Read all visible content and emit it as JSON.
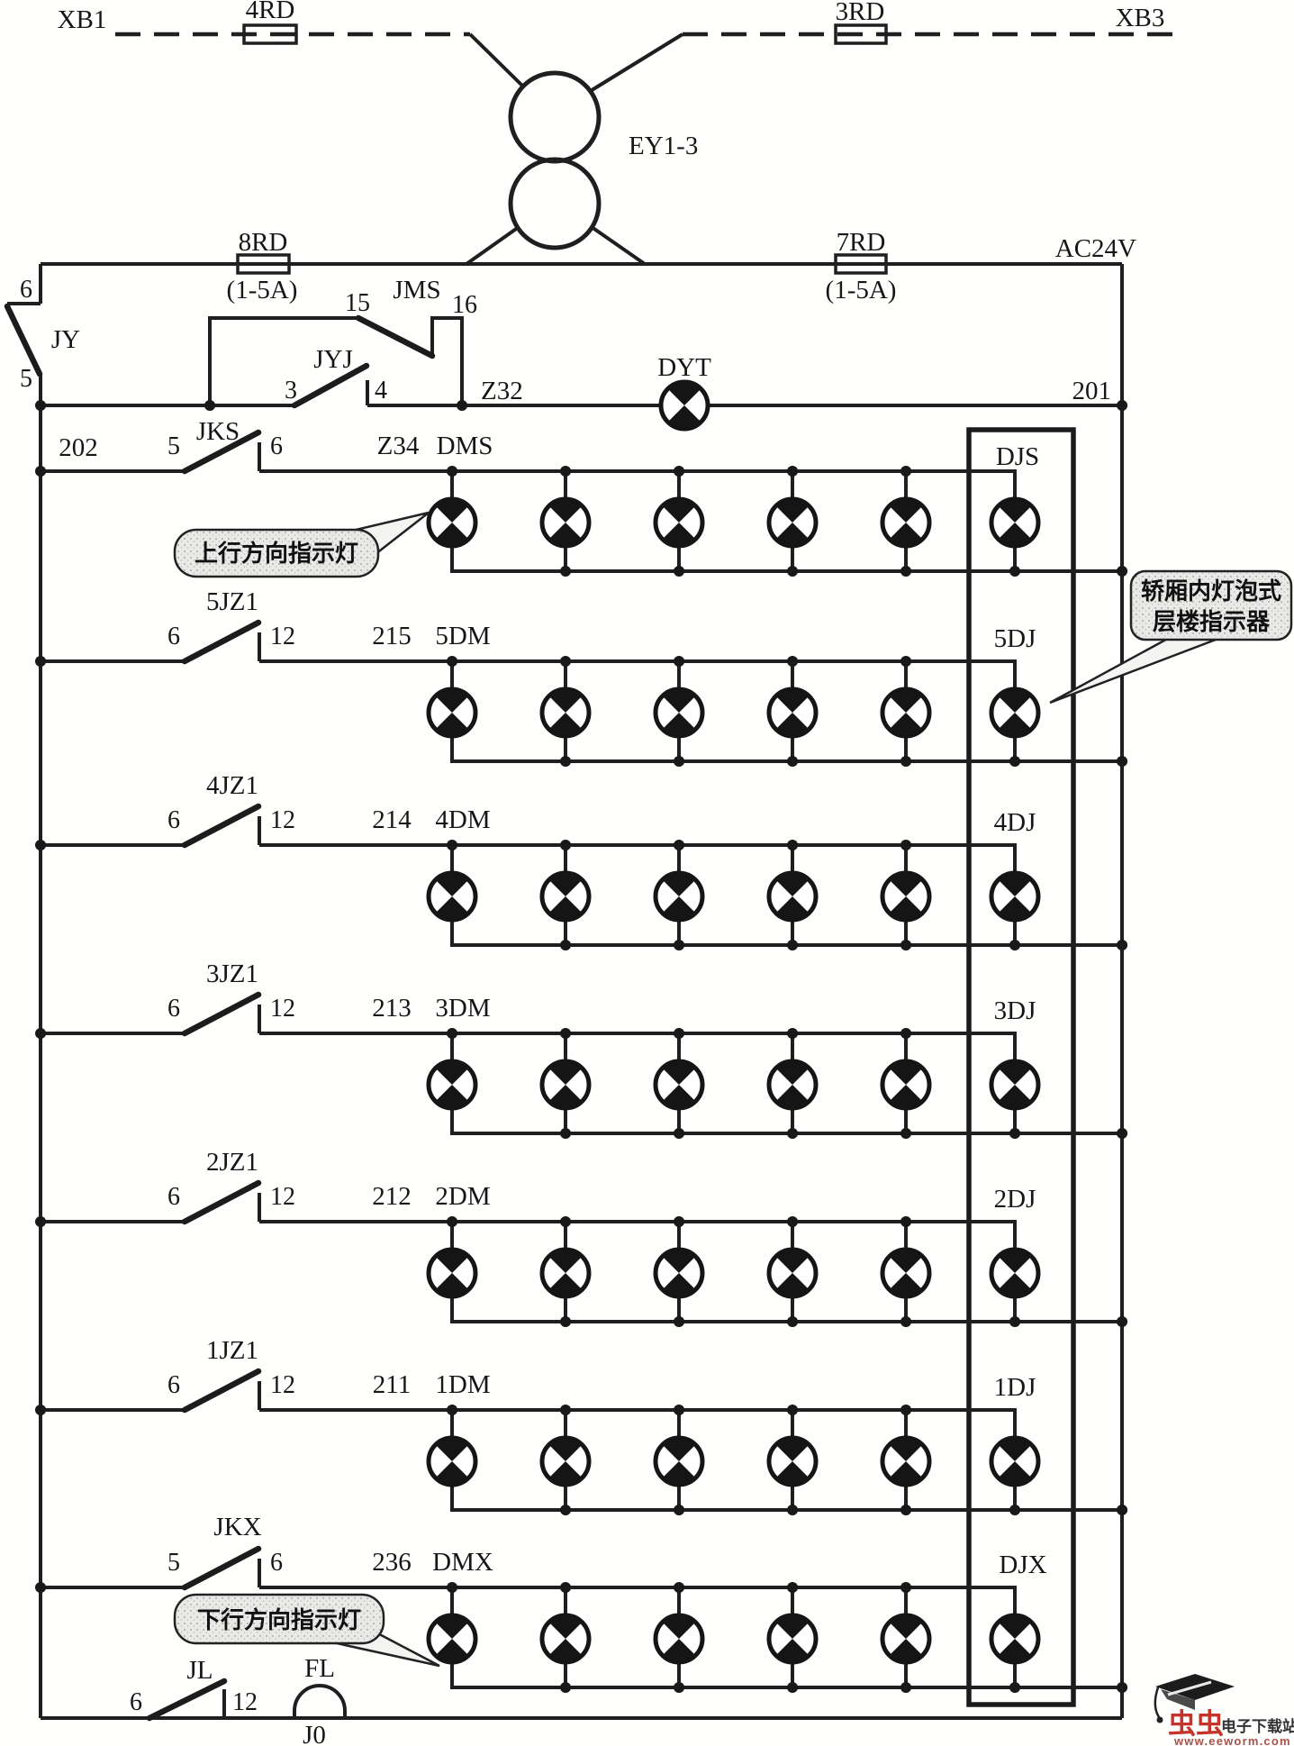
{
  "top_line": {
    "xb1": "XB1",
    "fuse_left": "4RD",
    "fuse_right": "3RD",
    "xb3": "XB3"
  },
  "transformer": {
    "label": "EY1-3"
  },
  "supply": {
    "fuse_left": "8RD",
    "fuse_left_rating": "(1-5A)",
    "fuse_right": "7RD",
    "fuse_right_rating": "(1-5A)",
    "voltage": "AC24V"
  },
  "jy": {
    "label": "JY",
    "pin_top": "6",
    "pin_bottom": "5"
  },
  "jms": {
    "label": "JMS",
    "pin_left": "15",
    "pin_right": "16"
  },
  "jyj": {
    "label": "JYJ",
    "pin_left": "3",
    "pin_right": "4"
  },
  "nodes": {
    "z32": "Z32",
    "n201": "201",
    "n202": "202"
  },
  "dyt": {
    "label": "DYT"
  },
  "rows": [
    {
      "switch": "JKS",
      "pin_a": "5",
      "pin_b": "6",
      "wire": "Z34",
      "name": "DMS",
      "box_lamp": "DJS"
    },
    {
      "switch": "5JZ1",
      "pin_a": "6",
      "pin_b": "12",
      "wire": "215",
      "name": "5DM",
      "box_lamp": "5DJ"
    },
    {
      "switch": "4JZ1",
      "pin_a": "6",
      "pin_b": "12",
      "wire": "214",
      "name": "4DM",
      "box_lamp": "4DJ"
    },
    {
      "switch": "3JZ1",
      "pin_a": "6",
      "pin_b": "12",
      "wire": "213",
      "name": "3DM",
      "box_lamp": "3DJ"
    },
    {
      "switch": "2JZ1",
      "pin_a": "6",
      "pin_b": "12",
      "wire": "212",
      "name": "2DM",
      "box_lamp": "2DJ"
    },
    {
      "switch": "1JZ1",
      "pin_a": "6",
      "pin_b": "12",
      "wire": "211",
      "name": "1DM",
      "box_lamp": "1DJ"
    },
    {
      "switch": "JKX",
      "pin_a": "5",
      "pin_b": "6",
      "wire": "236",
      "name": "DMX",
      "box_lamp": "DJX"
    }
  ],
  "bottom": {
    "switch": "JL",
    "pin_a": "6",
    "pin_b": "12",
    "bell": "FL",
    "node": "J0"
  },
  "callouts": {
    "up": "上行方向指示灯",
    "floor_line1": "轿厢内灯泡式",
    "floor_line2": "层楼指示器",
    "down": "下行方向指示灯"
  },
  "watermark": {
    "brand": "虫虫",
    "site": "电子下载站",
    "url": "www.eeworm.com"
  }
}
